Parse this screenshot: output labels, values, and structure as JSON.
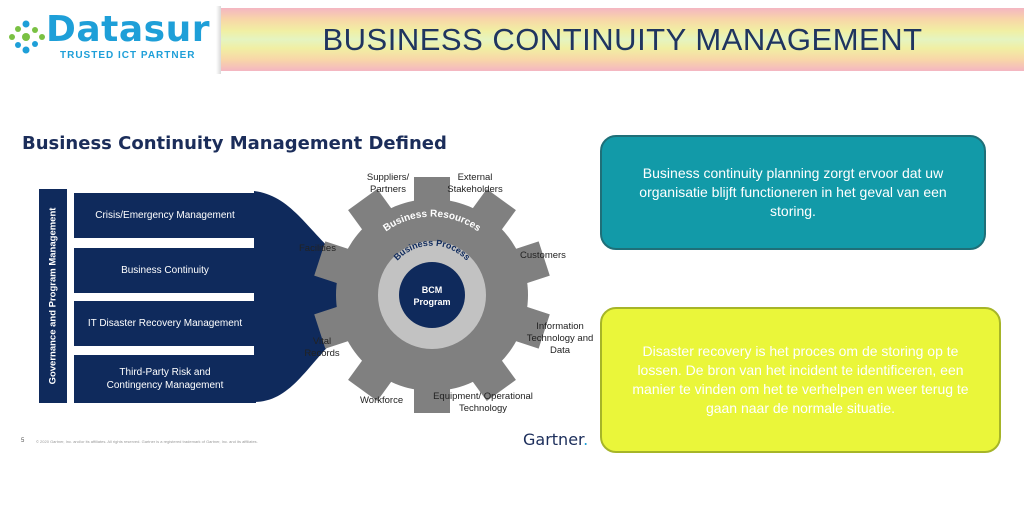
{
  "brand": {
    "name": "Datasur",
    "tagline": "TRUSTED ICT PARTNER",
    "color": "#1e9fd8"
  },
  "header": {
    "title": "BUSINESS CONTINUITY MANAGEMENT"
  },
  "diagram": {
    "title": "Business Continuity Management Defined",
    "governance_label": "Governance and Program Management",
    "rows": [
      "Crisis/Emergency Management",
      "Business Continuity",
      "IT Disaster Recovery Management",
      "Third-Party Risk and Contingency Management"
    ],
    "gear": {
      "center_line1": "BCM",
      "center_line2": "Program",
      "inner_ring_label": "Business Process",
      "outer_ring_label": "Business Resources",
      "resources": {
        "suppliers": "Suppliers/ Partners",
        "external": "External Stakeholders",
        "customers": "Customers",
        "information": "Information Technology and Data",
        "equipment": "Equipment/ Operational Technology",
        "workforce": "Workforce",
        "vital_records": "Vital Records",
        "facilities": "Facilities"
      }
    },
    "footer_page": "5",
    "footer_copyright": "© 2020 Gartner, Inc. and/or its affiliates. All rights reserved. Gartner is a registered trademark of Gartner, Inc. and its affiliates.",
    "source_logo": "Gartner",
    "source_logo_dot": "."
  },
  "info_boxes": {
    "continuity": {
      "text": "Business continuity planning zorgt ervoor dat uw organisatie blijft functioneren in het geval van een storing.",
      "color": "#129aa8"
    },
    "recovery": {
      "text": "Disaster recovery is het proces om de storing op te lossen. De bron van het incident te identificeren, een manier te vinden om het te verhelpen en weer terug te gaan naar de normale situatie.",
      "color": "#eaf63a"
    }
  }
}
